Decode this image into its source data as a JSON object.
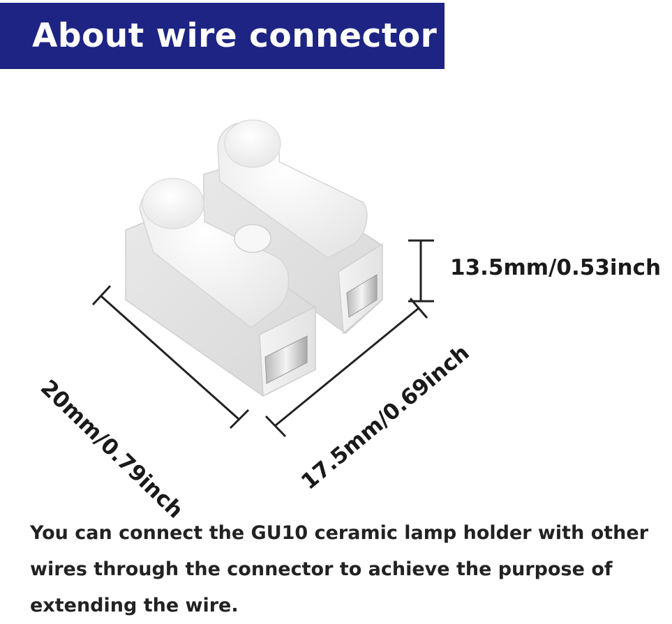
{
  "title": "About wire connector",
  "dimensions": {
    "height": "13.5mm/0.53inch",
    "length": "20mm/0.79inch",
    "width": "17.5mm/0.69inch"
  },
  "description": "You can connect the GU10 ceramic lamp holder with other wires through the connector to achieve the purpose of extending the wire.",
  "colors": {
    "banner": "#1e2484",
    "banner_text": "#ffffff",
    "body_text": "#222222",
    "connector": "#f2f2f2"
  }
}
